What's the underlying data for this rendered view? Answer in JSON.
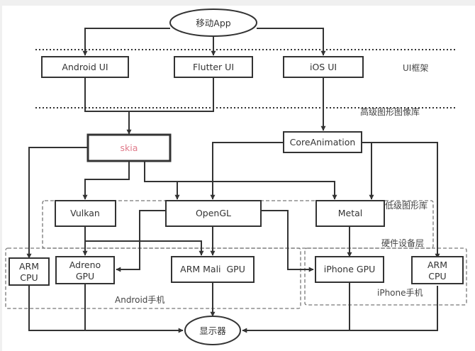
{
  "diagram": {
    "top_node": {
      "id": "mobile-app",
      "label": "移动App",
      "shape": "ellipse"
    },
    "bottom_node": {
      "id": "display",
      "label": "显示器",
      "shape": "ellipse"
    },
    "layer_labels": {
      "ui_framework": "UI框架",
      "high_level_graphics": "高级图形图像库",
      "low_level_graphics": "低级图形库",
      "hardware_layer": "硬件设备层"
    },
    "groups": {
      "low_level": {
        "label": "低级图形库"
      },
      "android_phone": {
        "label": "Android手机"
      },
      "iphone_phone": {
        "label": "iPhone手机"
      }
    },
    "nodes": {
      "android_ui": {
        "label": "Android UI"
      },
      "flutter_ui": {
        "label": "Flutter UI"
      },
      "ios_ui": {
        "label": "iOS UI"
      },
      "skia": {
        "label": "skia",
        "color": "#e07a8a"
      },
      "core_animation": {
        "label": "CoreAnimation"
      },
      "vulkan": {
        "label": "Vulkan"
      },
      "opengl": {
        "label": "OpenGL"
      },
      "metal": {
        "label": "Metal"
      },
      "arm_cpu_android": {
        "line1": "ARM",
        "line2": "CPU"
      },
      "adreno_gpu": {
        "line1": "Adreno",
        "line2": "GPU"
      },
      "arm_mali_gpu": {
        "label": "ARM Mali  GPU"
      },
      "iphone_gpu": {
        "label": "iPhone GPU"
      },
      "arm_cpu_iphone": {
        "line1": "ARM",
        "line2": "CPU"
      }
    },
    "edges": [
      {
        "from": "移动App",
        "to": "Android UI"
      },
      {
        "from": "移动App",
        "to": "Flutter UI"
      },
      {
        "from": "移动App",
        "to": "iOS UI"
      },
      {
        "from": "Android UI",
        "to": "skia"
      },
      {
        "from": "Flutter UI",
        "to": "skia"
      },
      {
        "from": "iOS UI",
        "to": "CoreAnimation"
      },
      {
        "from": "skia",
        "to": "ARM CPU (Android)"
      },
      {
        "from": "skia",
        "to": "Vulkan"
      },
      {
        "from": "skia",
        "to": "OpenGL"
      },
      {
        "from": "skia",
        "to": "Metal"
      },
      {
        "from": "CoreAnimation",
        "to": "OpenGL"
      },
      {
        "from": "CoreAnimation",
        "to": "Metal"
      },
      {
        "from": "CoreAnimation",
        "to": "ARM CPU (iPhone)"
      },
      {
        "from": "Vulkan",
        "to": "Adreno GPU"
      },
      {
        "from": "Vulkan",
        "to": "ARM Mali GPU"
      },
      {
        "from": "OpenGL",
        "to": "Adreno GPU"
      },
      {
        "from": "OpenGL",
        "to": "ARM Mali GPU"
      },
      {
        "from": "OpenGL",
        "to": "iPhone GPU"
      },
      {
        "from": "Metal",
        "to": "iPhone GPU"
      },
      {
        "from": "ARM CPU (Android)",
        "to": "显示器"
      },
      {
        "from": "Adreno GPU",
        "to": "显示器"
      },
      {
        "from": "ARM Mali GPU",
        "to": "显示器"
      },
      {
        "from": "iPhone GPU",
        "to": "显示器"
      },
      {
        "from": "ARM CPU (iPhone)",
        "to": "显示器"
      }
    ]
  }
}
